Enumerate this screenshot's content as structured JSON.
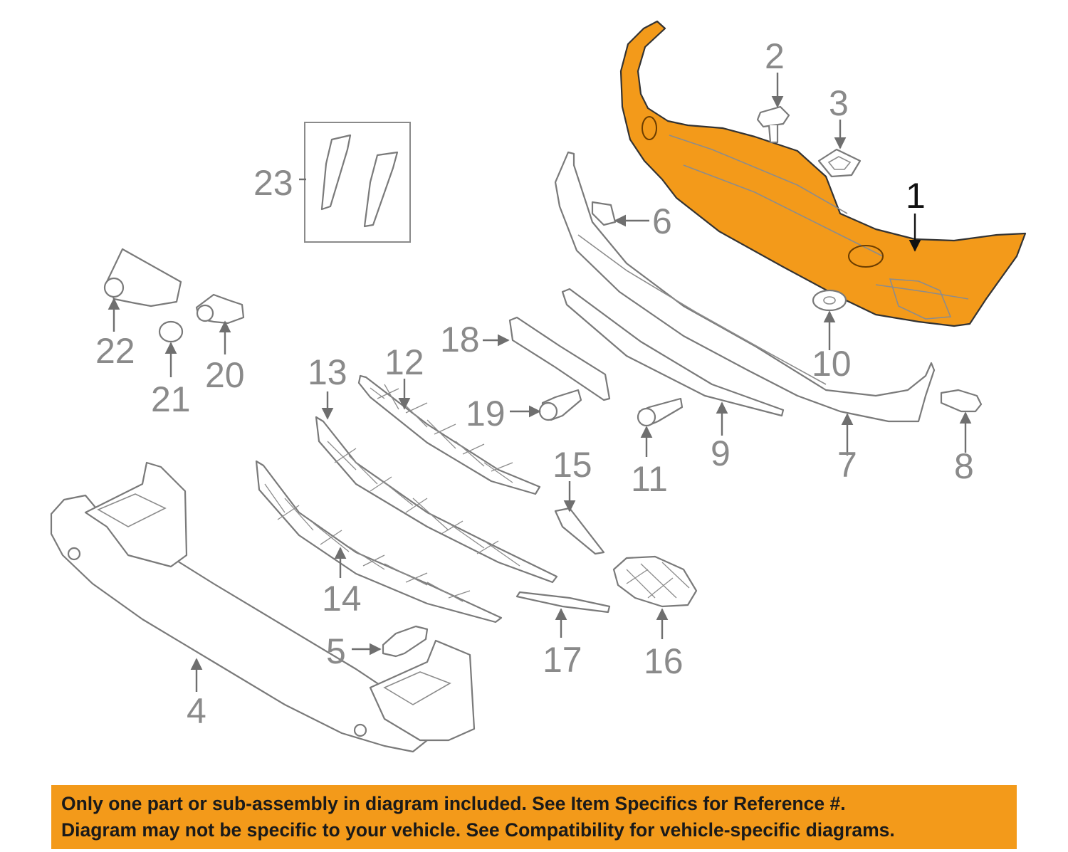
{
  "diagram": {
    "highlight_color": "#f39a1a",
    "outline_color": "#7a7a7a",
    "callouts": [
      {
        "id": "1",
        "label": "1",
        "highlighted": true
      },
      {
        "id": "2",
        "label": "2"
      },
      {
        "id": "3",
        "label": "3"
      },
      {
        "id": "4",
        "label": "4"
      },
      {
        "id": "5",
        "label": "5"
      },
      {
        "id": "6",
        "label": "6"
      },
      {
        "id": "7",
        "label": "7"
      },
      {
        "id": "8",
        "label": "8"
      },
      {
        "id": "9",
        "label": "9"
      },
      {
        "id": "10",
        "label": "10"
      },
      {
        "id": "11",
        "label": "11"
      },
      {
        "id": "12",
        "label": "12"
      },
      {
        "id": "13",
        "label": "13"
      },
      {
        "id": "14",
        "label": "14"
      },
      {
        "id": "15",
        "label": "15"
      },
      {
        "id": "16",
        "label": "16"
      },
      {
        "id": "17",
        "label": "17"
      },
      {
        "id": "18",
        "label": "18"
      },
      {
        "id": "19",
        "label": "19"
      },
      {
        "id": "20",
        "label": "20"
      },
      {
        "id": "21",
        "label": "21"
      },
      {
        "id": "22",
        "label": "22"
      },
      {
        "id": "23",
        "label": "23"
      }
    ]
  },
  "notice": {
    "line1": "Only one part or sub-assembly in diagram included. See Item Specifics for Reference #.",
    "line2": "Diagram may not be specific to your vehicle. See Compatibility for vehicle-specific diagrams.",
    "background": "#f39a1a"
  }
}
